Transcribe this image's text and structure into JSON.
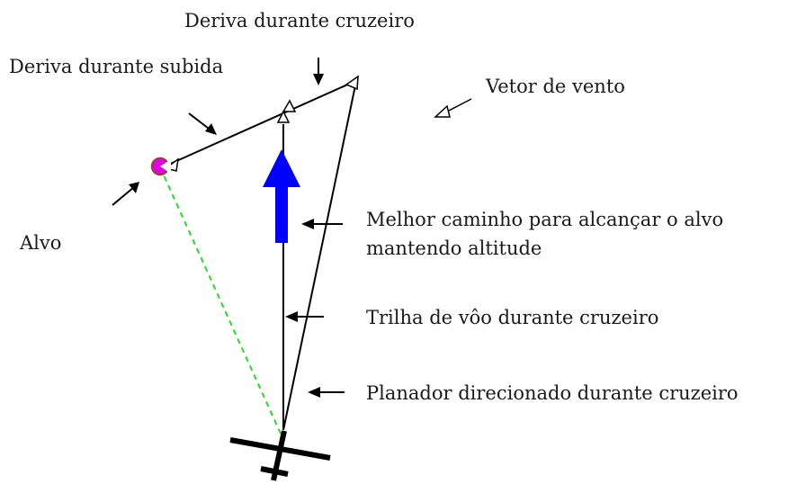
{
  "labels": {
    "cruise_drift": "Deriva durante cruzeiro",
    "climb_drift": "Deriva durante subida",
    "wind_vector": "Vetor de vento",
    "target": "Alvo",
    "best_path_line1": "Melhor caminho para alcançar o alvo",
    "best_path_line2": "mantendo altitude",
    "cruise_track": "Trilha de vôo durante cruzeiro",
    "glider_heading": "Planador direcionado durante cruzeiro"
  },
  "colors": {
    "lines": "#000000",
    "best_path_arrow": "#0000ff",
    "target_marker": "#e000e0",
    "target_outline": "#7a5a00",
    "direct_line": "#22dd22",
    "text": "#1a1a1a"
  },
  "icons": {
    "glider": "glider-icon",
    "target": "target-marker-icon",
    "wind": "wind-arrow-icon"
  }
}
